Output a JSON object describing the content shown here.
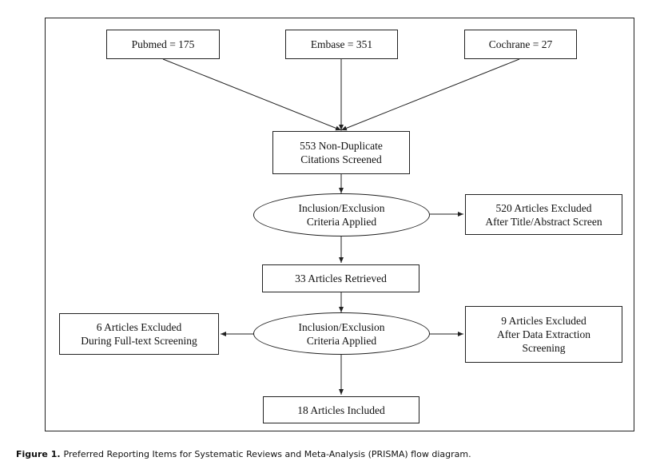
{
  "diagram": {
    "sources": [
      {
        "id": "pubmed",
        "label": "Pubmed = 175"
      },
      {
        "id": "embase",
        "label": "Embase = 351"
      },
      {
        "id": "cochrane",
        "label": "Cochrane = 27"
      }
    ],
    "screened": "553 Non-Duplicate\nCitations Screened",
    "criteria_1": "Inclusion/Exclusion\nCriteria Applied",
    "excluded_1": "520 Articles Excluded\nAfter Title/Abstract Screen",
    "retrieved": "33 Articles Retrieved",
    "criteria_2": "Inclusion/Exclusion\nCriteria Applied",
    "excluded_left": "6 Articles Excluded\nDuring Full-text Screening",
    "excluded_right": "9 Articles Excluded\nAfter Data Extraction\nScreening",
    "included": "18 Articles Included"
  },
  "caption": {
    "figure_label": "Figure 1.",
    "text": "Preferred Reporting Items for Systematic Reviews and Meta-Analysis (PRISMA) flow diagram."
  }
}
